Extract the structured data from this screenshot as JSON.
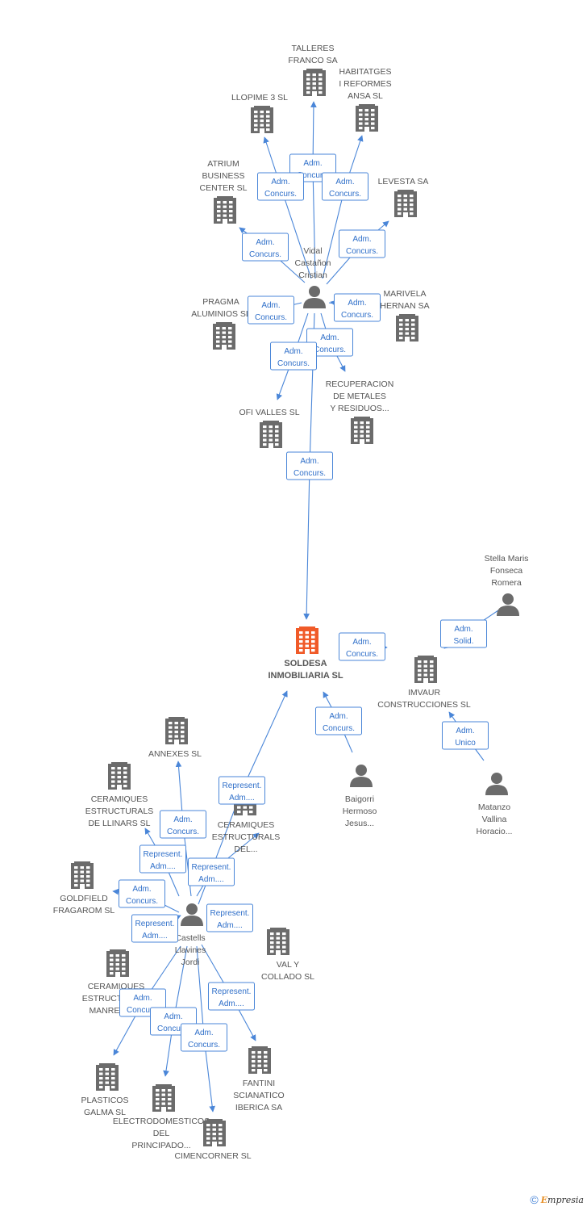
{
  "colors": {
    "edge": "#4a86d8",
    "node": "#6b6b6b",
    "center": "#f05a28",
    "label": "#555555"
  },
  "nodes": [
    {
      "id": "talleres",
      "type": "company",
      "lines": [
        "TALLERES",
        "FRANCO SA"
      ]
    },
    {
      "id": "habitatges",
      "type": "company",
      "lines": [
        "HABITATGES",
        "I REFORMES",
        "ANSA SL"
      ]
    },
    {
      "id": "llopime",
      "type": "company",
      "lines": [
        "LLOPIME 3 SL"
      ]
    },
    {
      "id": "atrium",
      "type": "company",
      "lines": [
        "ATRIUM",
        "BUSINESS",
        "CENTER SL"
      ]
    },
    {
      "id": "levesta",
      "type": "company",
      "lines": [
        "LEVESTA SA"
      ]
    },
    {
      "id": "vidal",
      "type": "person",
      "lines": [
        "Vidal",
        "Castañon",
        "Cristian"
      ]
    },
    {
      "id": "pragma",
      "type": "company",
      "lines": [
        "PRAGMA",
        "ALUMINIOS SL"
      ]
    },
    {
      "id": "marivela",
      "type": "company",
      "lines": [
        "MARIVELA",
        "HERNAN SA"
      ]
    },
    {
      "id": "recuperacion",
      "type": "company",
      "lines": [
        "RECUPERACION",
        "DE METALES",
        "Y RESIDUOS..."
      ]
    },
    {
      "id": "ofivalles",
      "type": "company",
      "lines": [
        "OFI VALLES SL"
      ]
    },
    {
      "id": "soldesa",
      "type": "center",
      "lines": [
        "SOLDESA",
        "INMOBILIARIA SL"
      ]
    },
    {
      "id": "stella",
      "type": "person",
      "lines": [
        "Stella Maris",
        "Fonseca",
        "Romera"
      ]
    },
    {
      "id": "imvaur",
      "type": "company",
      "lines": [
        "IMVAUR",
        "CONSTRUCCIONES SL"
      ]
    },
    {
      "id": "baigorri",
      "type": "person",
      "lines": [
        "Baigorri",
        "Hermoso",
        "Jesus..."
      ]
    },
    {
      "id": "matanzo",
      "type": "person",
      "lines": [
        "Matanzo",
        "Vallina",
        "Horacio..."
      ]
    },
    {
      "id": "annexes",
      "type": "company",
      "lines": [
        "ANNEXES SL"
      ]
    },
    {
      "id": "ceramllinars",
      "type": "company",
      "lines": [
        "CERAMIQUES",
        "ESTRUCTURALS",
        "DE LLINARS SL"
      ]
    },
    {
      "id": "ceramdel",
      "type": "company",
      "lines": [
        "CERAMIQUES",
        "ESTRUCTURALS",
        "DEL..."
      ]
    },
    {
      "id": "goldfield",
      "type": "company",
      "lines": [
        "GOLDFIELD",
        "FRAGAROM SL"
      ]
    },
    {
      "id": "castells",
      "type": "person",
      "lines": [
        "Castells",
        "Llavines",
        "Jordi"
      ]
    },
    {
      "id": "valycollado",
      "type": "company",
      "lines": [
        "VAL Y",
        "COLLADO SL"
      ]
    },
    {
      "id": "ceramanresa",
      "type": "company",
      "lines": [
        "CERAMIQUES",
        "ESTRUCTURALS",
        "MANRESA SL"
      ]
    },
    {
      "id": "fantini",
      "type": "company",
      "lines": [
        "FANTINI",
        "SCIANATICO",
        "IBERICA SA"
      ]
    },
    {
      "id": "plasticos",
      "type": "company",
      "lines": [
        "PLASTICOS",
        "GALMA SL"
      ]
    },
    {
      "id": "electro",
      "type": "company",
      "lines": [
        "ELECTRODOMESTICOS",
        "DEL",
        "PRINCIPADO..."
      ]
    },
    {
      "id": "cimencorner",
      "type": "company",
      "lines": [
        "CIMENCORNER SL"
      ]
    }
  ],
  "edges": [
    {
      "from": "vidal",
      "to": "talleres",
      "lines": [
        "Adm.",
        "Concurs."
      ]
    },
    {
      "from": "vidal",
      "to": "llopime",
      "lines": [
        "Adm.",
        "Concurs."
      ]
    },
    {
      "from": "vidal",
      "to": "habitatges",
      "lines": [
        "Adm.",
        "Concurs."
      ]
    },
    {
      "from": "vidal",
      "to": "atrium",
      "lines": [
        "Adm.",
        "Concurs."
      ]
    },
    {
      "from": "vidal",
      "to": "levesta",
      "lines": [
        "Adm.",
        "Concurs."
      ]
    },
    {
      "from": "vidal",
      "to": "pragma",
      "lines": [
        "Adm.",
        "Concurs."
      ]
    },
    {
      "from": "vidal",
      "to": "marivela",
      "lines": [
        "Adm.",
        "Concurs."
      ]
    },
    {
      "from": "vidal",
      "to": "recuperacion",
      "lines": [
        "Adm.",
        "Concurs."
      ]
    },
    {
      "from": "vidal",
      "to": "ofivalles",
      "lines": [
        "Adm.",
        "Concurs."
      ]
    },
    {
      "from": "vidal",
      "to": "soldesa",
      "lines": [
        "Adm.",
        "Concurs."
      ]
    },
    {
      "from": "imvaur",
      "to": "soldesa",
      "lines": [
        "Adm.",
        "Concurs."
      ]
    },
    {
      "from": "stella",
      "to": "imvaur",
      "lines": [
        "Adm.",
        "Solid."
      ]
    },
    {
      "from": "baigorri",
      "to": "soldesa",
      "lines": [
        "Adm.",
        "Concurs."
      ]
    },
    {
      "from": "matanzo",
      "to": "imvaur",
      "lines": [
        "Adm.",
        "Unico"
      ]
    },
    {
      "from": "castells",
      "to": "soldesa",
      "lines": [
        "Represent.",
        "Adm...."
      ]
    },
    {
      "from": "castells",
      "to": "annexes",
      "lines": [
        "Adm.",
        "Concurs."
      ]
    },
    {
      "from": "castells",
      "to": "ceramllinars",
      "lines": [
        "Represent.",
        "Adm...."
      ]
    },
    {
      "from": "castells",
      "to": "ceramdel",
      "lines": [
        "Represent.",
        "Adm...."
      ]
    },
    {
      "from": "castells",
      "to": "goldfield",
      "lines": [
        "Adm.",
        "Concurs."
      ]
    },
    {
      "from": "castells",
      "to": "valycollado",
      "lines": [
        "Represent.",
        "Adm...."
      ]
    },
    {
      "from": "castells",
      "to": "ceramanresa",
      "lines": [
        "Represent.",
        "Adm...."
      ]
    },
    {
      "from": "castells",
      "to": "fantini",
      "lines": [
        "Represent.",
        "Adm...."
      ]
    },
    {
      "from": "castells",
      "to": "plasticos",
      "lines": [
        "Adm.",
        "Concurs."
      ]
    },
    {
      "from": "castells",
      "to": "electro",
      "lines": [
        "Adm.",
        "Concurs."
      ]
    },
    {
      "from": "castells",
      "to": "cimencorner",
      "lines": [
        "Adm.",
        "Concurs."
      ]
    }
  ],
  "footer": {
    "copyright": "©",
    "brand_initial": "E",
    "brand_rest": "mpresia"
  }
}
